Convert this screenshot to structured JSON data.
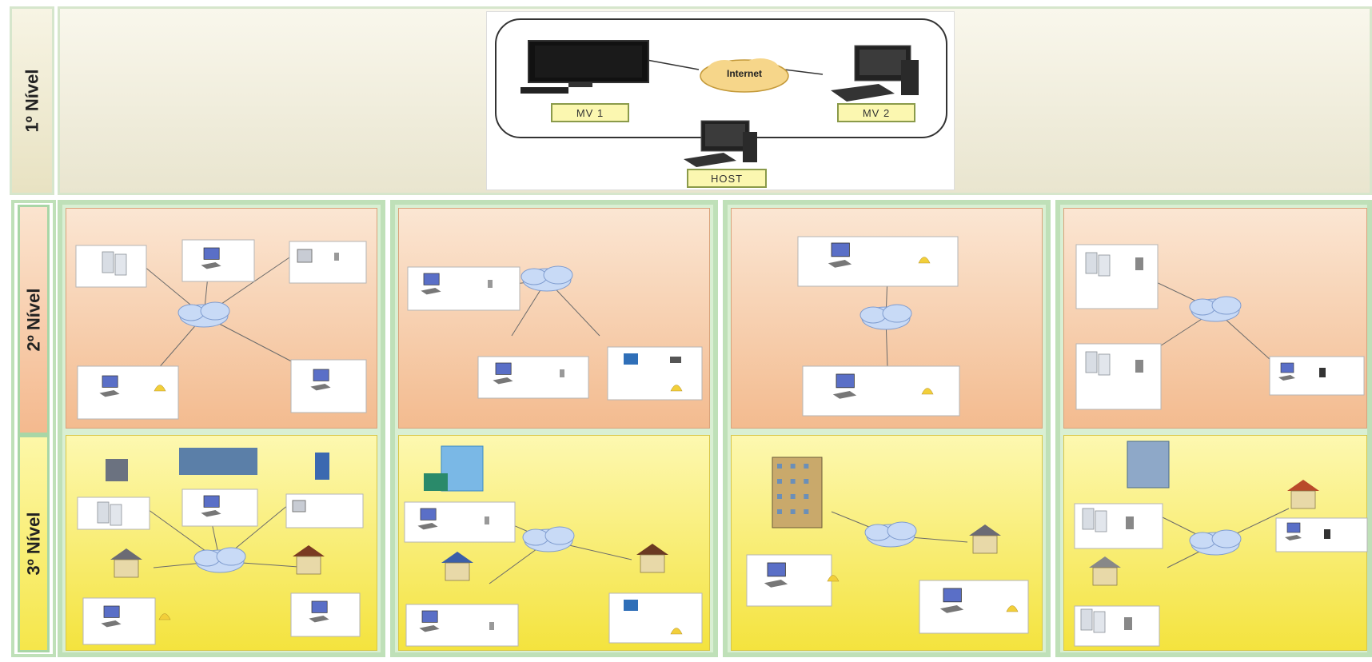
{
  "levels": {
    "level1": "1º Nível",
    "level2": "2º Nível",
    "level3": "3º Nível"
  },
  "top_diagram": {
    "cloud_label": "Internet",
    "mv1_label": "MV 1",
    "mv2_label": "MV 2",
    "host_label": "HOST"
  },
  "icons": {
    "computer": "computer-icon",
    "server": "server-icon",
    "printer": "printer-icon",
    "user": "user-icon",
    "house": "house-icon",
    "building": "building-icon",
    "monitor": "monitor-icon"
  },
  "colors": {
    "level1_bg": "#ede8cc",
    "level2_bg": "#f6c59e",
    "level3_bg": "#f8ec6a",
    "frame_green": "#bfe0b8",
    "cloud": "#c8daf6"
  }
}
